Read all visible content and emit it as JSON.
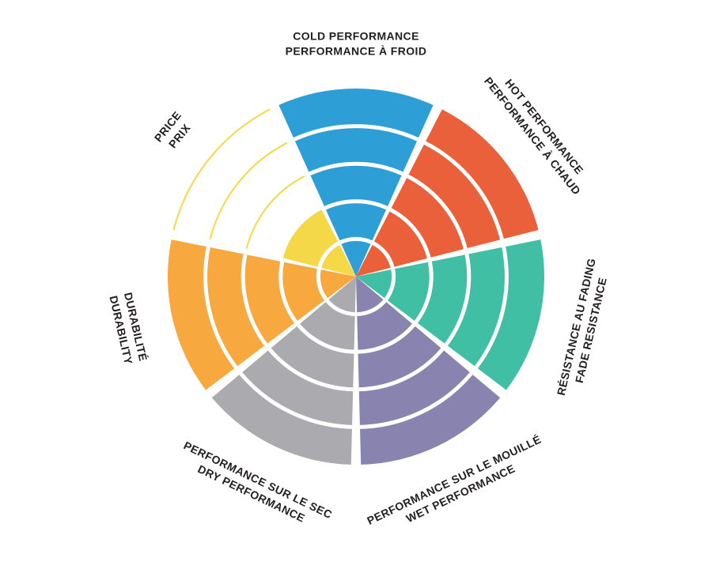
{
  "page": {
    "background_color": "#ffffff",
    "text_color": "#231f20"
  },
  "chart_data": {
    "type": "bar",
    "variant": "radial-sector-wheel",
    "title": "",
    "legend": "none",
    "grid": "concentric-ring-dividers",
    "order": "clockwise-from-top",
    "max_value": 5,
    "rings": 5,
    "categories": [
      "Cold Performance",
      "Hot Performance",
      "Fade Resistance",
      "Wet Performance",
      "Dry Performance",
      "Durability",
      "Price"
    ],
    "values": [
      5,
      5,
      5,
      5,
      5,
      5,
      2
    ],
    "unfilled_ring_style": "thin-colored-arc-outlines",
    "sectors": [
      {
        "id": "cold-performance",
        "lines": [
          "COLD PERFORMANCE",
          "PERFORMANCE À FROID"
        ],
        "value": 5,
        "color": "#2E9FD6"
      },
      {
        "id": "hot-performance",
        "lines": [
          "HOT PERFORMANCE",
          "PERFORMANCE À CHAUD"
        ],
        "value": 5,
        "color": "#E9603A"
      },
      {
        "id": "fade-resistance",
        "lines": [
          "RÉSISTANCE AU FADING",
          "FADE RESISTANCE"
        ],
        "value": 5,
        "color": "#41BFA5"
      },
      {
        "id": "wet-performance",
        "lines": [
          "PERFORMANCE SUR LE MOUILLÉ",
          "WET PERFORMANCE"
        ],
        "value": 5,
        "color": "#8984AF"
      },
      {
        "id": "dry-performance",
        "lines": [
          "PERFORMANCE SUR LE SEC",
          "DRY PERFORMANCE"
        ],
        "value": 5,
        "color": "#ABABAF"
      },
      {
        "id": "durability",
        "lines": [
          "DURABILITÉ",
          "DURABILITY"
        ],
        "value": 5,
        "color": "#F7A83E"
      },
      {
        "id": "price",
        "lines": [
          "PRICE",
          "PRIX"
        ],
        "value": 2,
        "color": "#F5D847"
      }
    ]
  }
}
